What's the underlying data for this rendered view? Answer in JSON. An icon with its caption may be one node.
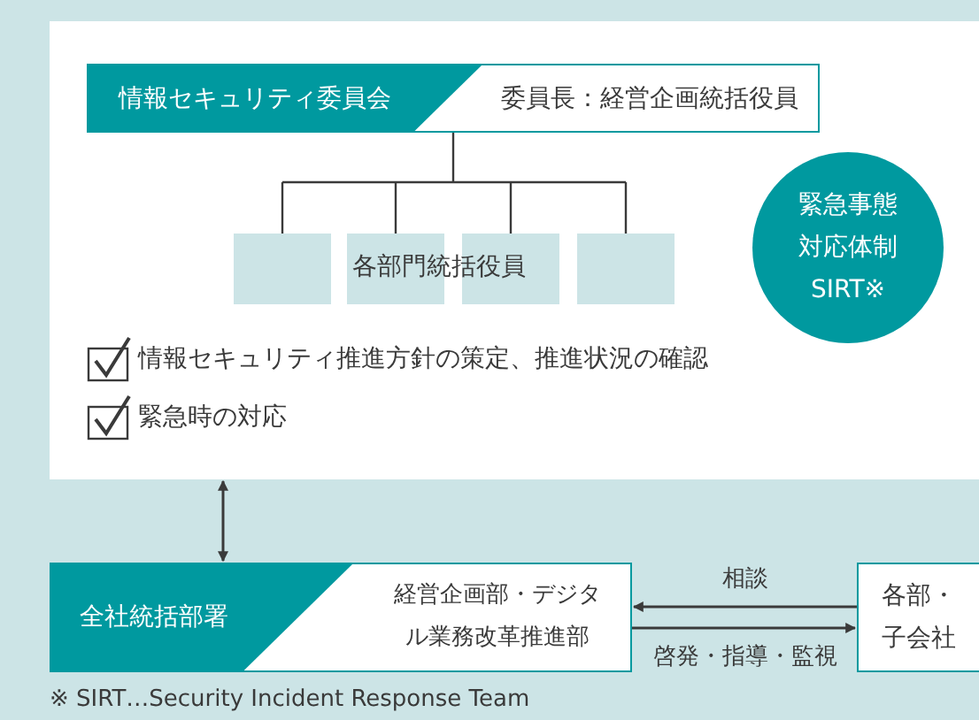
{
  "diagram": {
    "caption": "※ SIRT…Security Incident Response Team",
    "nodes": [
      {
        "text": [],
        "shape": "box"
      },
      {
        "text": [
          "情報セキュリティ委員会",
          "委員長：経営企画統括役員"
        ],
        "in": 0
      },
      {
        "text": [],
        "shape": "box",
        "in": 0
      },
      {
        "text": [],
        "shape": "box",
        "in": 0
      },
      {
        "text": [],
        "shape": "box",
        "in": 0
      },
      {
        "text": [],
        "shape": "box",
        "in": 0
      },
      {
        "text": [
          "緊急事態対応体制 SIRT※"
        ],
        "in": 0
      },
      {
        "text": [
          "全社統括部署",
          "経営企画部・デジタル業務改革推進部"
        ]
      },
      {
        "text": [
          "各部・子会社"
        ]
      }
    ],
    "edges": [
      {
        "from": 1,
        "to": 2,
        "arrow": "none"
      },
      {
        "from": 1,
        "to": 3,
        "arrow": "none"
      },
      {
        "from": 1,
        "to": 4,
        "arrow": "none"
      },
      {
        "from": 1,
        "to": 5,
        "arrow": "none"
      },
      {
        "from": 0,
        "to": 7,
        "arrow": "both"
      },
      {
        "from": 8,
        "to": 7,
        "arrow": "to",
        "label": "相談"
      },
      {
        "from": 7,
        "to": 8,
        "arrow": "to",
        "label": "啓発・指導・監視"
      }
    ],
    "labels": [
      "各部門統括役員",
      "情報セキュリティ推進方針の策定、推進状況の確認",
      "緊急時の対応"
    ]
  }
}
